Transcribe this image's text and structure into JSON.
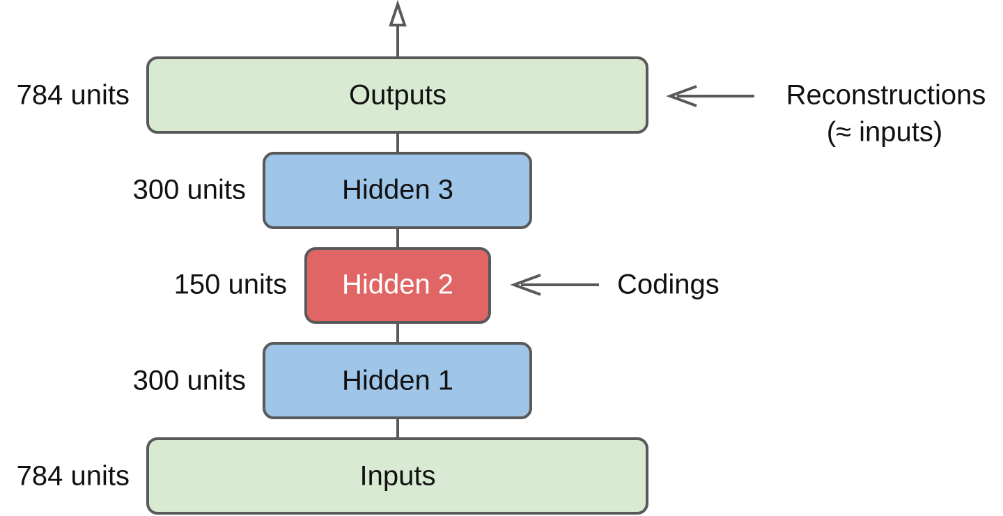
{
  "layers": [
    {
      "name": "Outputs",
      "units": "784 units",
      "color": "#d9ead3",
      "text_color": "#111111"
    },
    {
      "name": "Hidden 3",
      "units": "300 units",
      "color": "#9fc5e8",
      "text_color": "#111111"
    },
    {
      "name": "Hidden 2",
      "units": "150 units",
      "color": "#e06666",
      "text_color": "#ffffff"
    },
    {
      "name": "Hidden 1",
      "units": "300 units",
      "color": "#9fc5e8",
      "text_color": "#111111"
    },
    {
      "name": "Inputs",
      "units": "784 units",
      "color": "#d9ead3",
      "text_color": "#111111"
    }
  ],
  "annotations": {
    "reconstructions": "Reconstructions",
    "reconstructions_sub": "(≈ inputs)",
    "codings": "Codings"
  },
  "colors": {
    "stroke": "#595959"
  }
}
